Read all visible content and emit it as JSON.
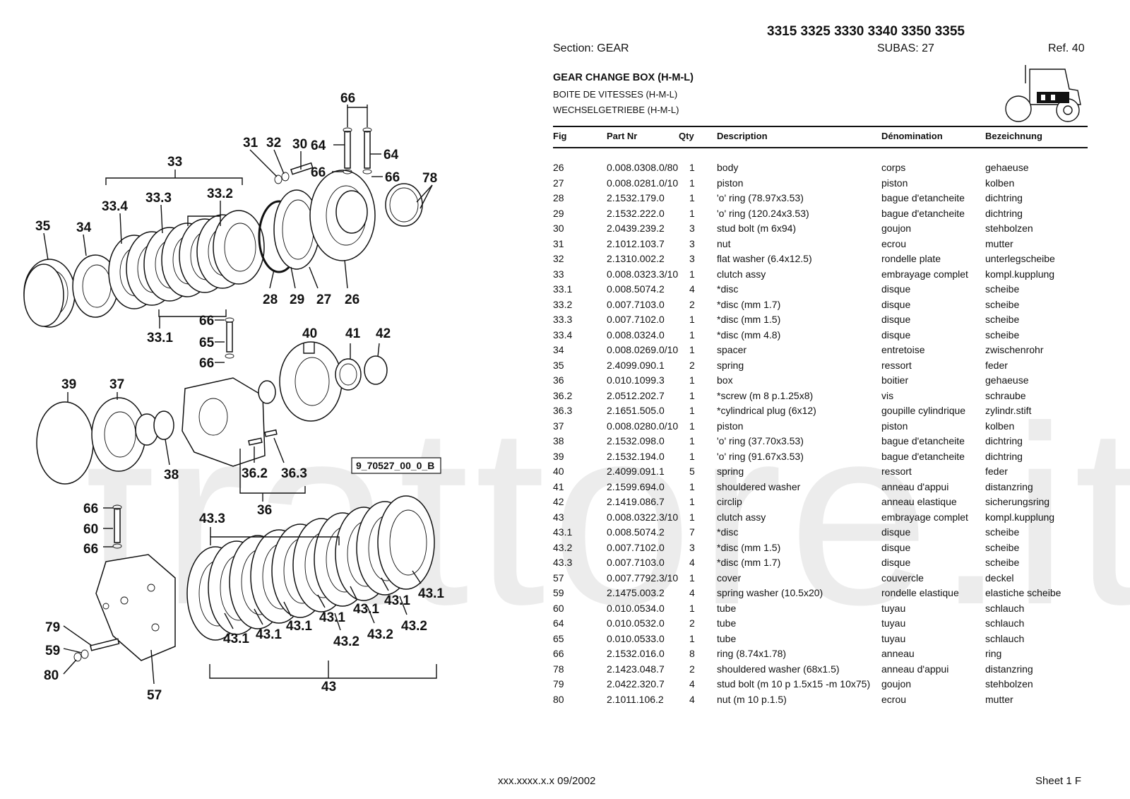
{
  "header": {
    "models": "3315 3325 3330 3340 3350 3355",
    "section": "Section: GEAR",
    "subas": "SUBAS: 27",
    "ref": "Ref. 40",
    "title_en": "GEAR CHANGE BOX (H-M-L)",
    "title_fr": "BOITE DE VITESSES (H-M-L)",
    "title_de": "WECHSELGETRIEBE (H-M-L)"
  },
  "watermark": "trattore.it",
  "diagram": {
    "figure_ref": "9_70527_00_0_B",
    "labels": {
      "l66a": "66",
      "l64a": "64",
      "l64b": "64",
      "l66b": "66",
      "l66c": "66",
      "l78": "78",
      "l31": "31",
      "l32": "32",
      "l30": "30",
      "l33": "33",
      "l33_4": "33.4",
      "l33_3": "33.3",
      "l33_2": "33.2",
      "l35": "35",
      "l34": "34",
      "l28": "28",
      "l29": "29",
      "l27": "27",
      "l26": "26",
      "l33_1": "33.1",
      "l66d": "66",
      "l65": "65",
      "l66e": "66",
      "l40": "40",
      "l41": "41",
      "l42": "42",
      "l39": "39",
      "l37": "37",
      "l38": "38",
      "l36_2": "36.2",
      "l36_3": "36.3",
      "l36": "36",
      "l66f": "66",
      "l60": "60",
      "l66g": "66",
      "l43_3": "43.3",
      "l43_1a": "43.1",
      "l43_1b": "43.1",
      "l43_1c": "43.1",
      "l43_1d": "43.1",
      "l43_1e": "43.1",
      "l43_1f": "43.1",
      "l43_1g": "43.1",
      "l43_2a": "43.2",
      "l43_2b": "43.2",
      "l43_2c": "43.2",
      "l79": "79",
      "l59": "59",
      "l80": "80",
      "l57": "57",
      "l43": "43"
    }
  },
  "table": {
    "headers": {
      "fig": "Fig",
      "part": "Part Nr",
      "qty": "Qty",
      "desc": "Description",
      "fr": "Dénomination",
      "de": "Bezeichnung"
    },
    "rows": [
      {
        "fig": "26",
        "part": "0.008.0308.0/80",
        "qty": "1",
        "desc": "body",
        "fr": "corps",
        "de": "gehaeuse"
      },
      {
        "fig": "27",
        "part": "0.008.0281.0/10",
        "qty": "1",
        "desc": "piston",
        "fr": "piston",
        "de": "kolben"
      },
      {
        "fig": "28",
        "part": "2.1532.179.0",
        "qty": "1",
        "desc": "'o' ring (78.97x3.53)",
        "fr": "bague d'etancheite",
        "de": "dichtring"
      },
      {
        "fig": "29",
        "part": "2.1532.222.0",
        "qty": "1",
        "desc": "'o' ring (120.24x3.53)",
        "fr": "bague d'etancheite",
        "de": "dichtring"
      },
      {
        "fig": "30",
        "part": "2.0439.239.2",
        "qty": "3",
        "desc": "stud bolt (m 6x94)",
        "fr": "goujon",
        "de": "stehbolzen"
      },
      {
        "fig": "31",
        "part": "2.1012.103.7",
        "qty": "3",
        "desc": "nut",
        "fr": "ecrou",
        "de": "mutter"
      },
      {
        "fig": "32",
        "part": "2.1310.002.2",
        "qty": "3",
        "desc": "flat washer (6.4x12.5)",
        "fr": "rondelle plate",
        "de": "unterlegscheibe"
      },
      {
        "fig": "33",
        "part": "0.008.0323.3/10",
        "qty": "1",
        "desc": "clutch assy",
        "fr": "embrayage complet",
        "de": "kompl.kupplung"
      },
      {
        "fig": "33.1",
        "part": "0.008.5074.2",
        "qty": "4",
        "desc": "*disc",
        "fr": "disque",
        "de": "scheibe"
      },
      {
        "fig": "33.2",
        "part": "0.007.7103.0",
        "qty": "2",
        "desc": "*disc (mm 1.7)",
        "fr": "disque",
        "de": "scheibe"
      },
      {
        "fig": "33.3",
        "part": "0.007.7102.0",
        "qty": "1",
        "desc": "*disc (mm 1.5)",
        "fr": "disque",
        "de": "scheibe"
      },
      {
        "fig": "33.4",
        "part": "0.008.0324.0",
        "qty": "1",
        "desc": "*disc (mm 4.8)",
        "fr": "disque",
        "de": "scheibe"
      },
      {
        "fig": "34",
        "part": "0.008.0269.0/10",
        "qty": "1",
        "desc": "spacer",
        "fr": "entretoise",
        "de": "zwischenrohr"
      },
      {
        "fig": "35",
        "part": "2.4099.090.1",
        "qty": "2",
        "desc": "spring",
        "fr": "ressort",
        "de": "feder"
      },
      {
        "fig": "36",
        "part": "0.010.1099.3",
        "qty": "1",
        "desc": "box",
        "fr": "boitier",
        "de": "gehaeuse"
      },
      {
        "fig": "36.2",
        "part": "2.0512.202.7",
        "qty": "1",
        "desc": "*screw (m 8 p.1.25x8)",
        "fr": "vis",
        "de": "schraube"
      },
      {
        "fig": "36.3",
        "part": "2.1651.505.0",
        "qty": "1",
        "desc": "*cylindrical plug (6x12)",
        "fr": "goupille cylindrique",
        "de": "zylindr.stift"
      },
      {
        "fig": "37",
        "part": "0.008.0280.0/10",
        "qty": "1",
        "desc": "piston",
        "fr": "piston",
        "de": "kolben"
      },
      {
        "fig": "38",
        "part": "2.1532.098.0",
        "qty": "1",
        "desc": "'o' ring (37.70x3.53)",
        "fr": "bague d'etancheite",
        "de": "dichtring"
      },
      {
        "fig": "39",
        "part": "2.1532.194.0",
        "qty": "1",
        "desc": "'o' ring (91.67x3.53)",
        "fr": "bague d'etancheite",
        "de": "dichtring"
      },
      {
        "fig": "40",
        "part": "2.4099.091.1",
        "qty": "5",
        "desc": "spring",
        "fr": "ressort",
        "de": "feder"
      },
      {
        "fig": "41",
        "part": "2.1599.694.0",
        "qty": "1",
        "desc": "shouldered washer",
        "fr": "anneau d'appui",
        "de": "distanzring"
      },
      {
        "fig": "42",
        "part": "2.1419.086.7",
        "qty": "1",
        "desc": "circlip",
        "fr": "anneau elastique",
        "de": "sicherungsring"
      },
      {
        "fig": "43",
        "part": "0.008.0322.3/10",
        "qty": "1",
        "desc": "clutch assy",
        "fr": "embrayage complet",
        "de": "kompl.kupplung"
      },
      {
        "fig": "43.1",
        "part": "0.008.5074.2",
        "qty": "7",
        "desc": "*disc",
        "fr": "disque",
        "de": "scheibe"
      },
      {
        "fig": "43.2",
        "part": "0.007.7102.0",
        "qty": "3",
        "desc": "*disc (mm 1.5)",
        "fr": "disque",
        "de": "scheibe"
      },
      {
        "fig": "43.3",
        "part": "0.007.7103.0",
        "qty": "4",
        "desc": "*disc (mm 1.7)",
        "fr": "disque",
        "de": "scheibe"
      },
      {
        "fig": "57",
        "part": "0.007.7792.3/10",
        "qty": "1",
        "desc": "cover",
        "fr": "couvercle",
        "de": "deckel"
      },
      {
        "fig": "59",
        "part": "2.1475.003.2",
        "qty": "4",
        "desc": "spring washer (10.5x20)",
        "fr": "rondelle elastique",
        "de": "elastiche scheibe"
      },
      {
        "fig": "60",
        "part": "0.010.0534.0",
        "qty": "1",
        "desc": "tube",
        "fr": "tuyau",
        "de": "schlauch"
      },
      {
        "fig": "64",
        "part": "0.010.0532.0",
        "qty": "2",
        "desc": "tube",
        "fr": "tuyau",
        "de": "schlauch"
      },
      {
        "fig": "65",
        "part": "0.010.0533.0",
        "qty": "1",
        "desc": "tube",
        "fr": "tuyau",
        "de": "schlauch"
      },
      {
        "fig": "66",
        "part": "2.1532.016.0",
        "qty": "8",
        "desc": "ring (8.74x1.78)",
        "fr": "anneau",
        "de": "ring"
      },
      {
        "fig": "78",
        "part": "2.1423.048.7",
        "qty": "2",
        "desc": "shouldered washer (68x1.5)",
        "fr": "anneau d'appui",
        "de": "distanzring"
      },
      {
        "fig": "79",
        "part": "2.0422.320.7",
        "qty": "4",
        "desc": "stud bolt (m 10 p 1.5x15 -m 10x75)",
        "fr": "goujon",
        "de": "stehbolzen"
      },
      {
        "fig": "80",
        "part": "2.1011.106.2",
        "qty": "4",
        "desc": "nut (m 10 p.1.5)",
        "fr": "ecrou",
        "de": "mutter"
      }
    ]
  },
  "footer": {
    "code": "xxx.xxxx.x.x  09/2002",
    "sheet": "Sheet 1 F"
  }
}
